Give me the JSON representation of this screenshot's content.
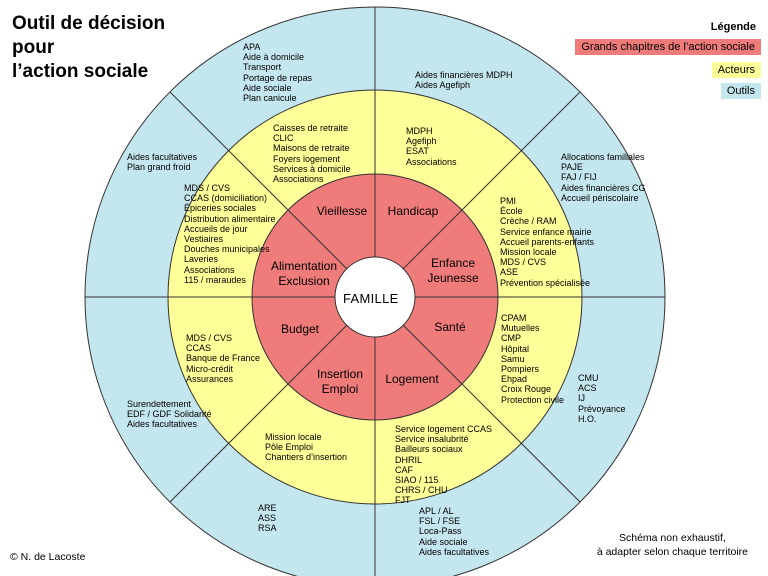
{
  "title_lines": [
    "Outil de décision",
    "pour",
    "l’action sociale"
  ],
  "legend": {
    "title": "Légende",
    "chapters": "Grands chapitres de l’action sociale",
    "actors": "Acteurs",
    "tools": "Outils"
  },
  "colors": {
    "chapters": "#f07b7b",
    "actors": "#ffff99",
    "tools": "#c4e6ee"
  },
  "center_label": "FAMILLE",
  "sectors": {
    "vieillesse": {
      "lines": [
        "Vieillesse"
      ]
    },
    "handicap": {
      "lines": [
        "Handicap"
      ]
    },
    "enfance": {
      "lines": [
        "Enfance",
        "Jeunesse"
      ]
    },
    "sante": {
      "lines": [
        "Santé"
      ]
    },
    "logement": {
      "lines": [
        "Logement"
      ]
    },
    "insertion": {
      "lines": [
        "Insertion",
        "Emploi"
      ]
    },
    "budget": {
      "lines": [
        "Budget"
      ]
    },
    "alimentation": {
      "lines": [
        "Alimentation",
        "Exclusion"
      ]
    }
  },
  "actors": {
    "vieillesse": [
      "Caisses de retraite",
      "CLIC",
      "Maisons de retraite",
      "Foyers logement",
      "Services à domicile",
      "Associations"
    ],
    "handicap": [
      "MDPH",
      "Agefiph",
      "ESAT",
      "Associations"
    ],
    "enfance": [
      "PMI",
      "École",
      "Crèche / RAM",
      "Service enfance mairie",
      "Accueil parents-enfants",
      "Mission locale",
      "MDS / CVS",
      "ASE",
      "Prévention spécialisée"
    ],
    "sante": [
      "CPAM",
      "Mutuelles",
      "CMP",
      "Hôpital",
      "Samu",
      "Pompiers",
      "Ehpad",
      "Croix Rouge",
      "Protection civile"
    ],
    "logement": [
      "Service logement CCAS",
      "Service insalubrité",
      "Bailleurs sociaux",
      "DHRIL",
      "CAF",
      "SIAO / 115",
      "CHRS / CHU",
      "FJT"
    ],
    "insertion": [
      "Mission locale",
      "Pôle Emploi",
      "Chantiers d’insertion"
    ],
    "budget": [
      "MDS / CVS",
      "CCAS",
      "Banque de France",
      "Micro-crédit",
      "Assurances"
    ],
    "alimentation": [
      "MDS / CVS",
      "CCAS (domiciliation)",
      "Épiceries sociales",
      "Distribution alimentaire",
      "Accueils de jour",
      "Vestiaires",
      "Douches municipales",
      "Laveries",
      "Associations",
      "115 / maraudes"
    ]
  },
  "tools": {
    "vieillesse": [
      "APA",
      "Aide à domicile",
      "Transport",
      "Portage de repas",
      "Aide sociale",
      "Plan canicule"
    ],
    "handicap": [
      "Aides financières MDPH",
      "Aides Agefiph"
    ],
    "enfance": [
      "Allocations familiales",
      "PAJE",
      "FAJ / FIJ",
      "Aides financières CG",
      "Accueil périscolaire"
    ],
    "sante": [
      "CMU",
      "ACS",
      "IJ",
      "Prévoyance",
      "H.O."
    ],
    "logement": [
      "APL / AL",
      "FSL / FSE",
      "Loca-Pass",
      "Aide sociale",
      "Aides facultatives"
    ],
    "insertion": [
      "ARE",
      "ASS",
      "RSA"
    ],
    "budget": [
      "Surendettement",
      "EDF / GDF Solidarité",
      "Aides facultatives"
    ],
    "alimentation": [
      "Aides facultatives",
      "Plan grand froid"
    ]
  },
  "note_lines": [
    "Schéma non exhaustif,",
    "à adapter selon chaque territoire"
  ],
  "copyright": "© N. de Lacoste"
}
